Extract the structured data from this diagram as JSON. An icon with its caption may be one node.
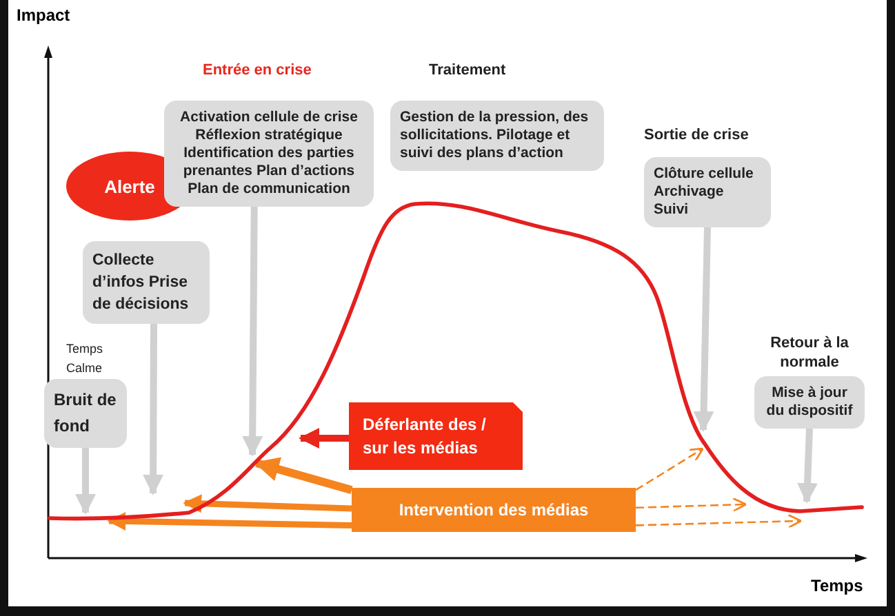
{
  "diagram": {
    "nodes": [
      {
        "text": [
          "Alerte"
        ]
      },
      {
        "text": [
          "Entrée en crise",
          "Activation cellule de crise Réflexion stratégique Identification des parties prenantes Plan d’actions Plan de communication"
        ]
      },
      {
        "text": [
          "Traitement",
          "Gestion de la pression, des sollicitations. Pilotage et suivi des plans d’action"
        ]
      },
      {
        "text": [
          "Sortie de crise",
          "Clôture cellule Archivage Suivi"
        ]
      },
      {
        "text": [
          "Collecte d’infos Prise de décisions"
        ]
      },
      {
        "text": [
          "Temps Calme",
          "Bruit de fond"
        ]
      },
      {
        "text": [
          "Retour à la normale",
          "Mise à jour du dispositif"
        ]
      },
      {
        "text": [
          "Déferlante des / sur les médias"
        ]
      },
      {
        "text": [
          "Intervention des médias"
        ]
      }
    ],
    "edges": [
      {
        "from": 5,
        "to": null,
        "arrow": "to",
        "color": "#d0d0d0"
      },
      {
        "from": 4,
        "to": null,
        "arrow": "to",
        "color": "#d0d0d0"
      },
      {
        "from": 1,
        "to": null,
        "arrow": "to",
        "color": "#d0d0d0"
      },
      {
        "from": 3,
        "to": null,
        "arrow": "to",
        "color": "#d0d0d0"
      },
      {
        "from": 6,
        "to": null,
        "arrow": "to",
        "color": "#d0d0d0"
      },
      {
        "from": 7,
        "to": null,
        "arrow": "to",
        "color": "#e8261c"
      },
      {
        "from": 8,
        "to": null,
        "arrow": "to"
      },
      {
        "from": 8,
        "to": null,
        "arrow": "to"
      },
      {
        "from": 8,
        "to": null,
        "arrow": "to"
      },
      {
        "from": 8,
        "to": null,
        "arrow": "to",
        "style": "dashed"
      },
      {
        "from": 8,
        "to": null,
        "arrow": "to",
        "style": "dashed"
      },
      {
        "from": 8,
        "to": null,
        "arrow": "to",
        "style": "dashed"
      }
    ],
    "labels": [
      "Impact",
      "Temps"
    ]
  }
}
